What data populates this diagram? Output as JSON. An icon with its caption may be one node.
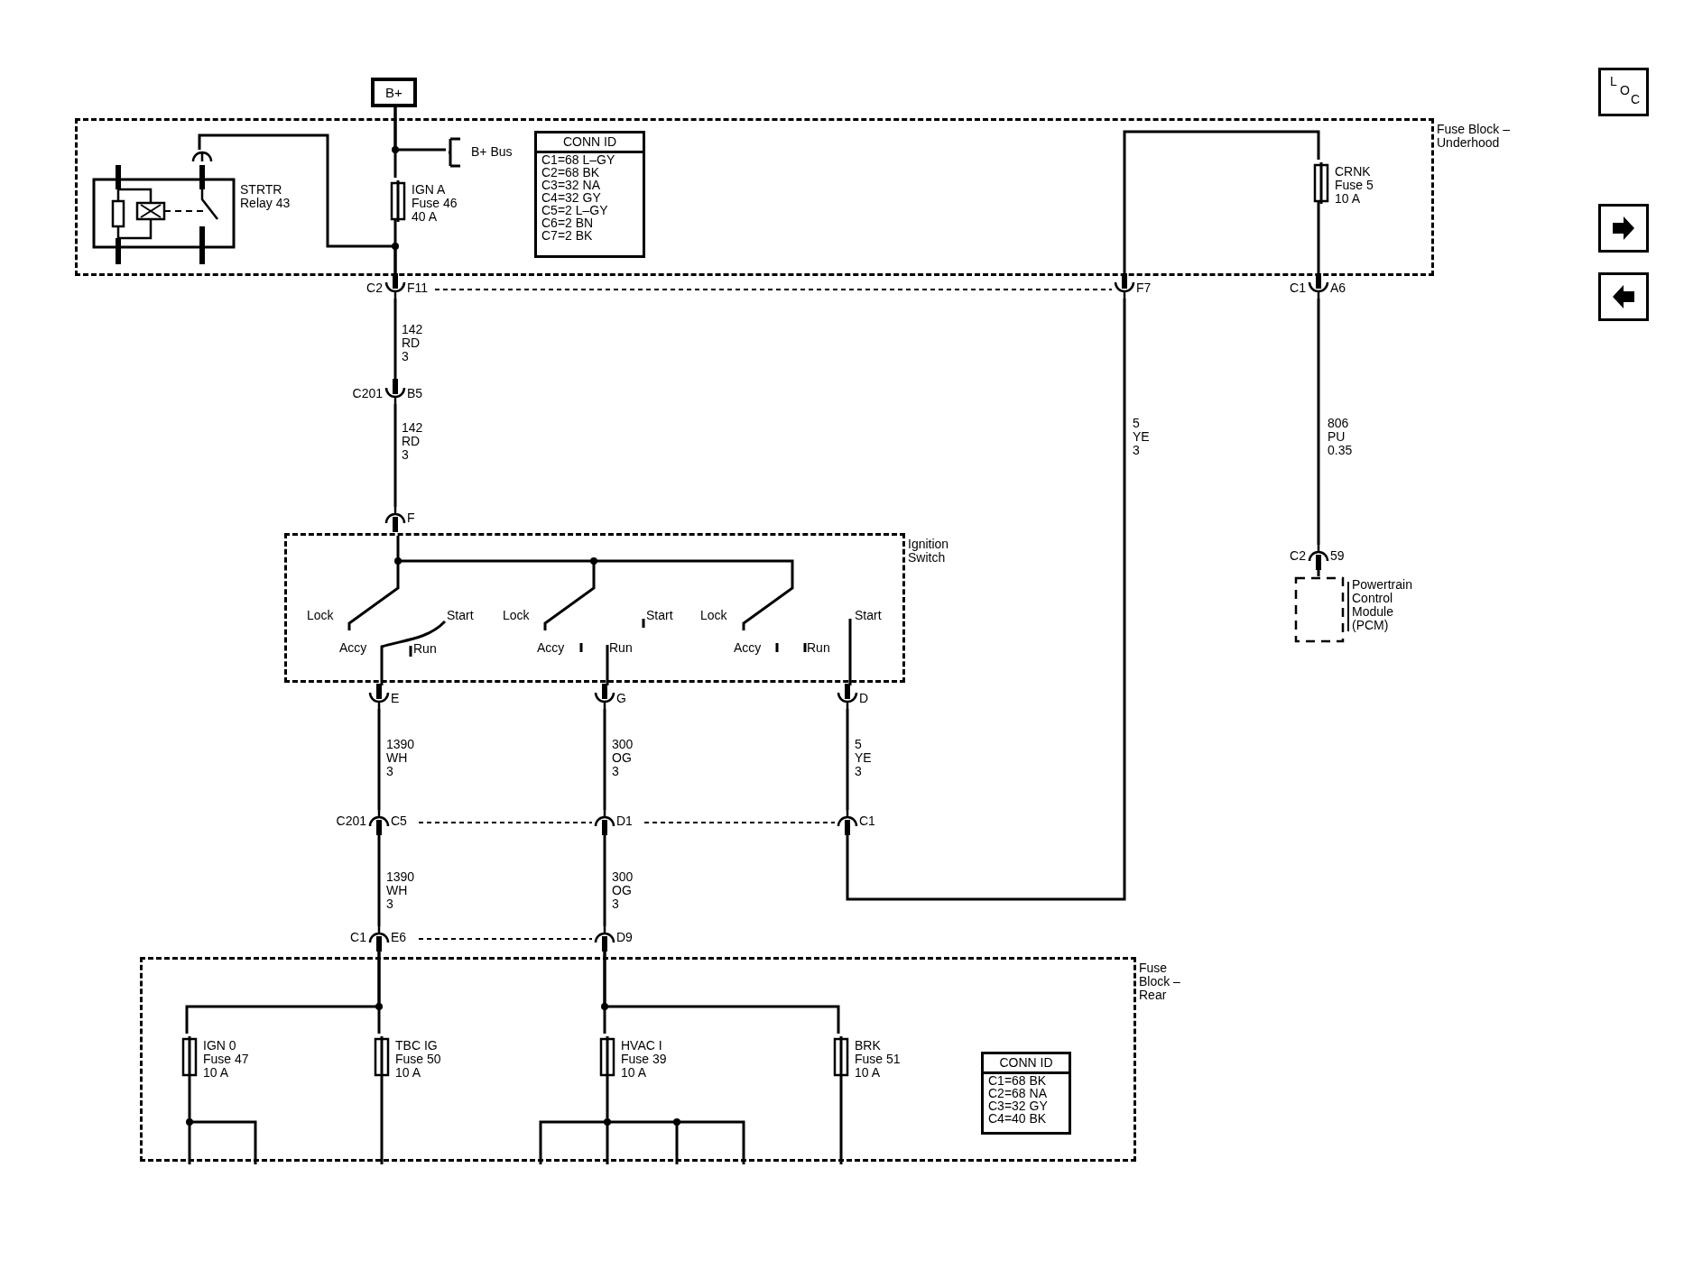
{
  "diagram": {
    "nodes": [
      {
        "text": [
          "B+"
        ]
      },
      {
        "text": [
          "Fuse Block – Underhood"
        ]
      },
      {
        "text": [
          "STRTR Relay 43"
        ],
        "in": 1
      },
      {
        "text": [
          "IGN A Fuse 46 40 A"
        ],
        "in": 1
      },
      {
        "text": [
          "B+ Bus"
        ],
        "in": 1
      },
      {
        "text": [
          "CONN ID",
          "C1=68 L–GY",
          "C2=68 BK",
          "C3=32 NA",
          "C4=32 GY",
          "C5=2 L–GY",
          "C6=2 BN",
          "C7=2 BK"
        ],
        "in": 1
      },
      {
        "text": [
          "CRNK Fuse 5 10 A"
        ],
        "in": 1
      },
      {
        "text": [
          "C2",
          "F11"
        ]
      },
      {
        "text": [
          "F7"
        ]
      },
      {
        "text": [
          "C1",
          "A6"
        ]
      },
      {
        "text": [
          "C201",
          "B5"
        ]
      },
      {
        "text": [
          "C2",
          "59"
        ]
      },
      {
        "text": [
          "Powertrain Control Module (PCM)"
        ]
      },
      {
        "text": [
          "F"
        ]
      },
      {
        "text": [
          "Ignition Switch"
        ]
      },
      {
        "text": [
          "E"
        ]
      },
      {
        "text": [
          "G"
        ]
      },
      {
        "text": [
          "D"
        ]
      },
      {
        "text": [
          "C201",
          "C5"
        ]
      },
      {
        "text": [
          "D1"
        ]
      },
      {
        "text": [
          "C1"
        ]
      },
      {
        "text": [
          "C1",
          "E6"
        ]
      },
      {
        "text": [
          "D9"
        ]
      },
      {
        "text": [
          "Fuse Block – Rear"
        ]
      },
      {
        "text": [
          "IGN 0 Fuse 47 10 A"
        ],
        "in": 23
      },
      {
        "text": [
          "TBC IG Fuse 50 10 A"
        ],
        "in": 23
      },
      {
        "text": [
          "HVAC I Fuse 39 10 A"
        ],
        "in": 23
      },
      {
        "text": [
          "BRK Fuse 51 10 A"
        ],
        "in": 23
      },
      {
        "text": [
          "CONN ID",
          "C1=68 BK",
          "C2=68 NA",
          "C3=32 GY",
          "C4=40 BK"
        ],
        "in": 23
      }
    ],
    "edges": [
      {
        "from": 0,
        "to": 3,
        "arrow": "none"
      },
      {
        "from": 0,
        "to": 4,
        "arrow": "none"
      },
      {
        "from": 3,
        "to": 7,
        "arrow": "none"
      },
      {
        "from": 2,
        "to": 7,
        "arrow": "none"
      },
      {
        "from": 8,
        "to": 6,
        "arrow": "none"
      },
      {
        "from": 6,
        "to": 9,
        "arrow": "none"
      },
      {
        "from": 7,
        "to": 8,
        "arrow": "none",
        "style": "dashed"
      },
      {
        "from": 7,
        "to": 10,
        "arrow": "none",
        "label": "142 RD 3"
      },
      {
        "from": 9,
        "to": 11,
        "arrow": "none",
        "label": "806 PU 0.35"
      },
      {
        "from": 11,
        "to": 12,
        "arrow": "none"
      },
      {
        "from": 10,
        "to": 13,
        "arrow": "none",
        "label": "142 RD 3"
      },
      {
        "from": 15,
        "to": 18,
        "arrow": "none",
        "label": "1390 WH 3"
      },
      {
        "from": 16,
        "to": 19,
        "arrow": "none",
        "label": "300 OG 3"
      },
      {
        "from": 17,
        "to": 20,
        "arrow": "none",
        "label": "5 YE 3"
      },
      {
        "from": 18,
        "to": 19,
        "arrow": "none",
        "style": "dashed"
      },
      {
        "from": 19,
        "to": 20,
        "arrow": "none",
        "style": "dashed"
      },
      {
        "from": 20,
        "to": 8,
        "arrow": "none",
        "label": "5 YE 3"
      },
      {
        "from": 18,
        "to": 21,
        "arrow": "none",
        "label": "1390 WH 3"
      },
      {
        "from": 19,
        "to": 22,
        "arrow": "none",
        "label": "300 OG 3"
      },
      {
        "from": 21,
        "to": 22,
        "arrow": "none",
        "style": "dashed"
      },
      {
        "from": 21,
        "to": 25,
        "arrow": "none"
      },
      {
        "from": 21,
        "to": 24,
        "arrow": "none"
      },
      {
        "from": 22,
        "to": 26,
        "arrow": "none"
      },
      {
        "from": 22,
        "to": 27,
        "arrow": "none"
      }
    ],
    "labels": [
      "Lock",
      "Start",
      "Lock",
      "Start",
      "Lock",
      "Start",
      "Accy",
      "Run",
      "Accy",
      "Run",
      "Accy",
      "Run",
      "L",
      "O",
      "C"
    ]
  }
}
